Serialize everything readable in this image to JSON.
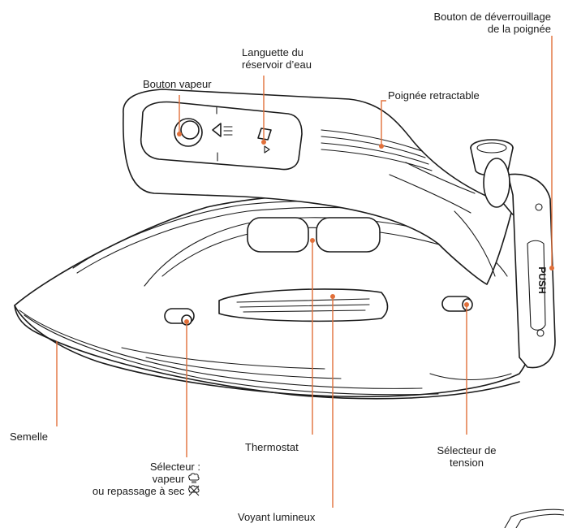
{
  "labels": {
    "release_button_line1": "Bouton de déverrouillage",
    "release_button_line2": "de la poignée",
    "tab_line1": "Languette du",
    "tab_line2": "réservoir d’eau",
    "steam_button": "Bouton vapeur",
    "retractable_handle": "Poignée retractable",
    "soleplate": "Semelle",
    "selector_line1": "Sélecteur :",
    "selector_line2": "vapeur",
    "selector_line3": "ou repassage à sec",
    "thermostat": "Thermostat",
    "voltage_selector_line1": "Sélecteur de",
    "voltage_selector_line2": "tension",
    "indicator_light": "Voyant lumineux"
  },
  "handle_text": "PUSH",
  "icons": {
    "steam": "steam-cloud-icon",
    "dry": "dry-iron-crossed-icon"
  },
  "colors": {
    "leader_line": "#e2703a",
    "outline": "#1b1b1b"
  }
}
